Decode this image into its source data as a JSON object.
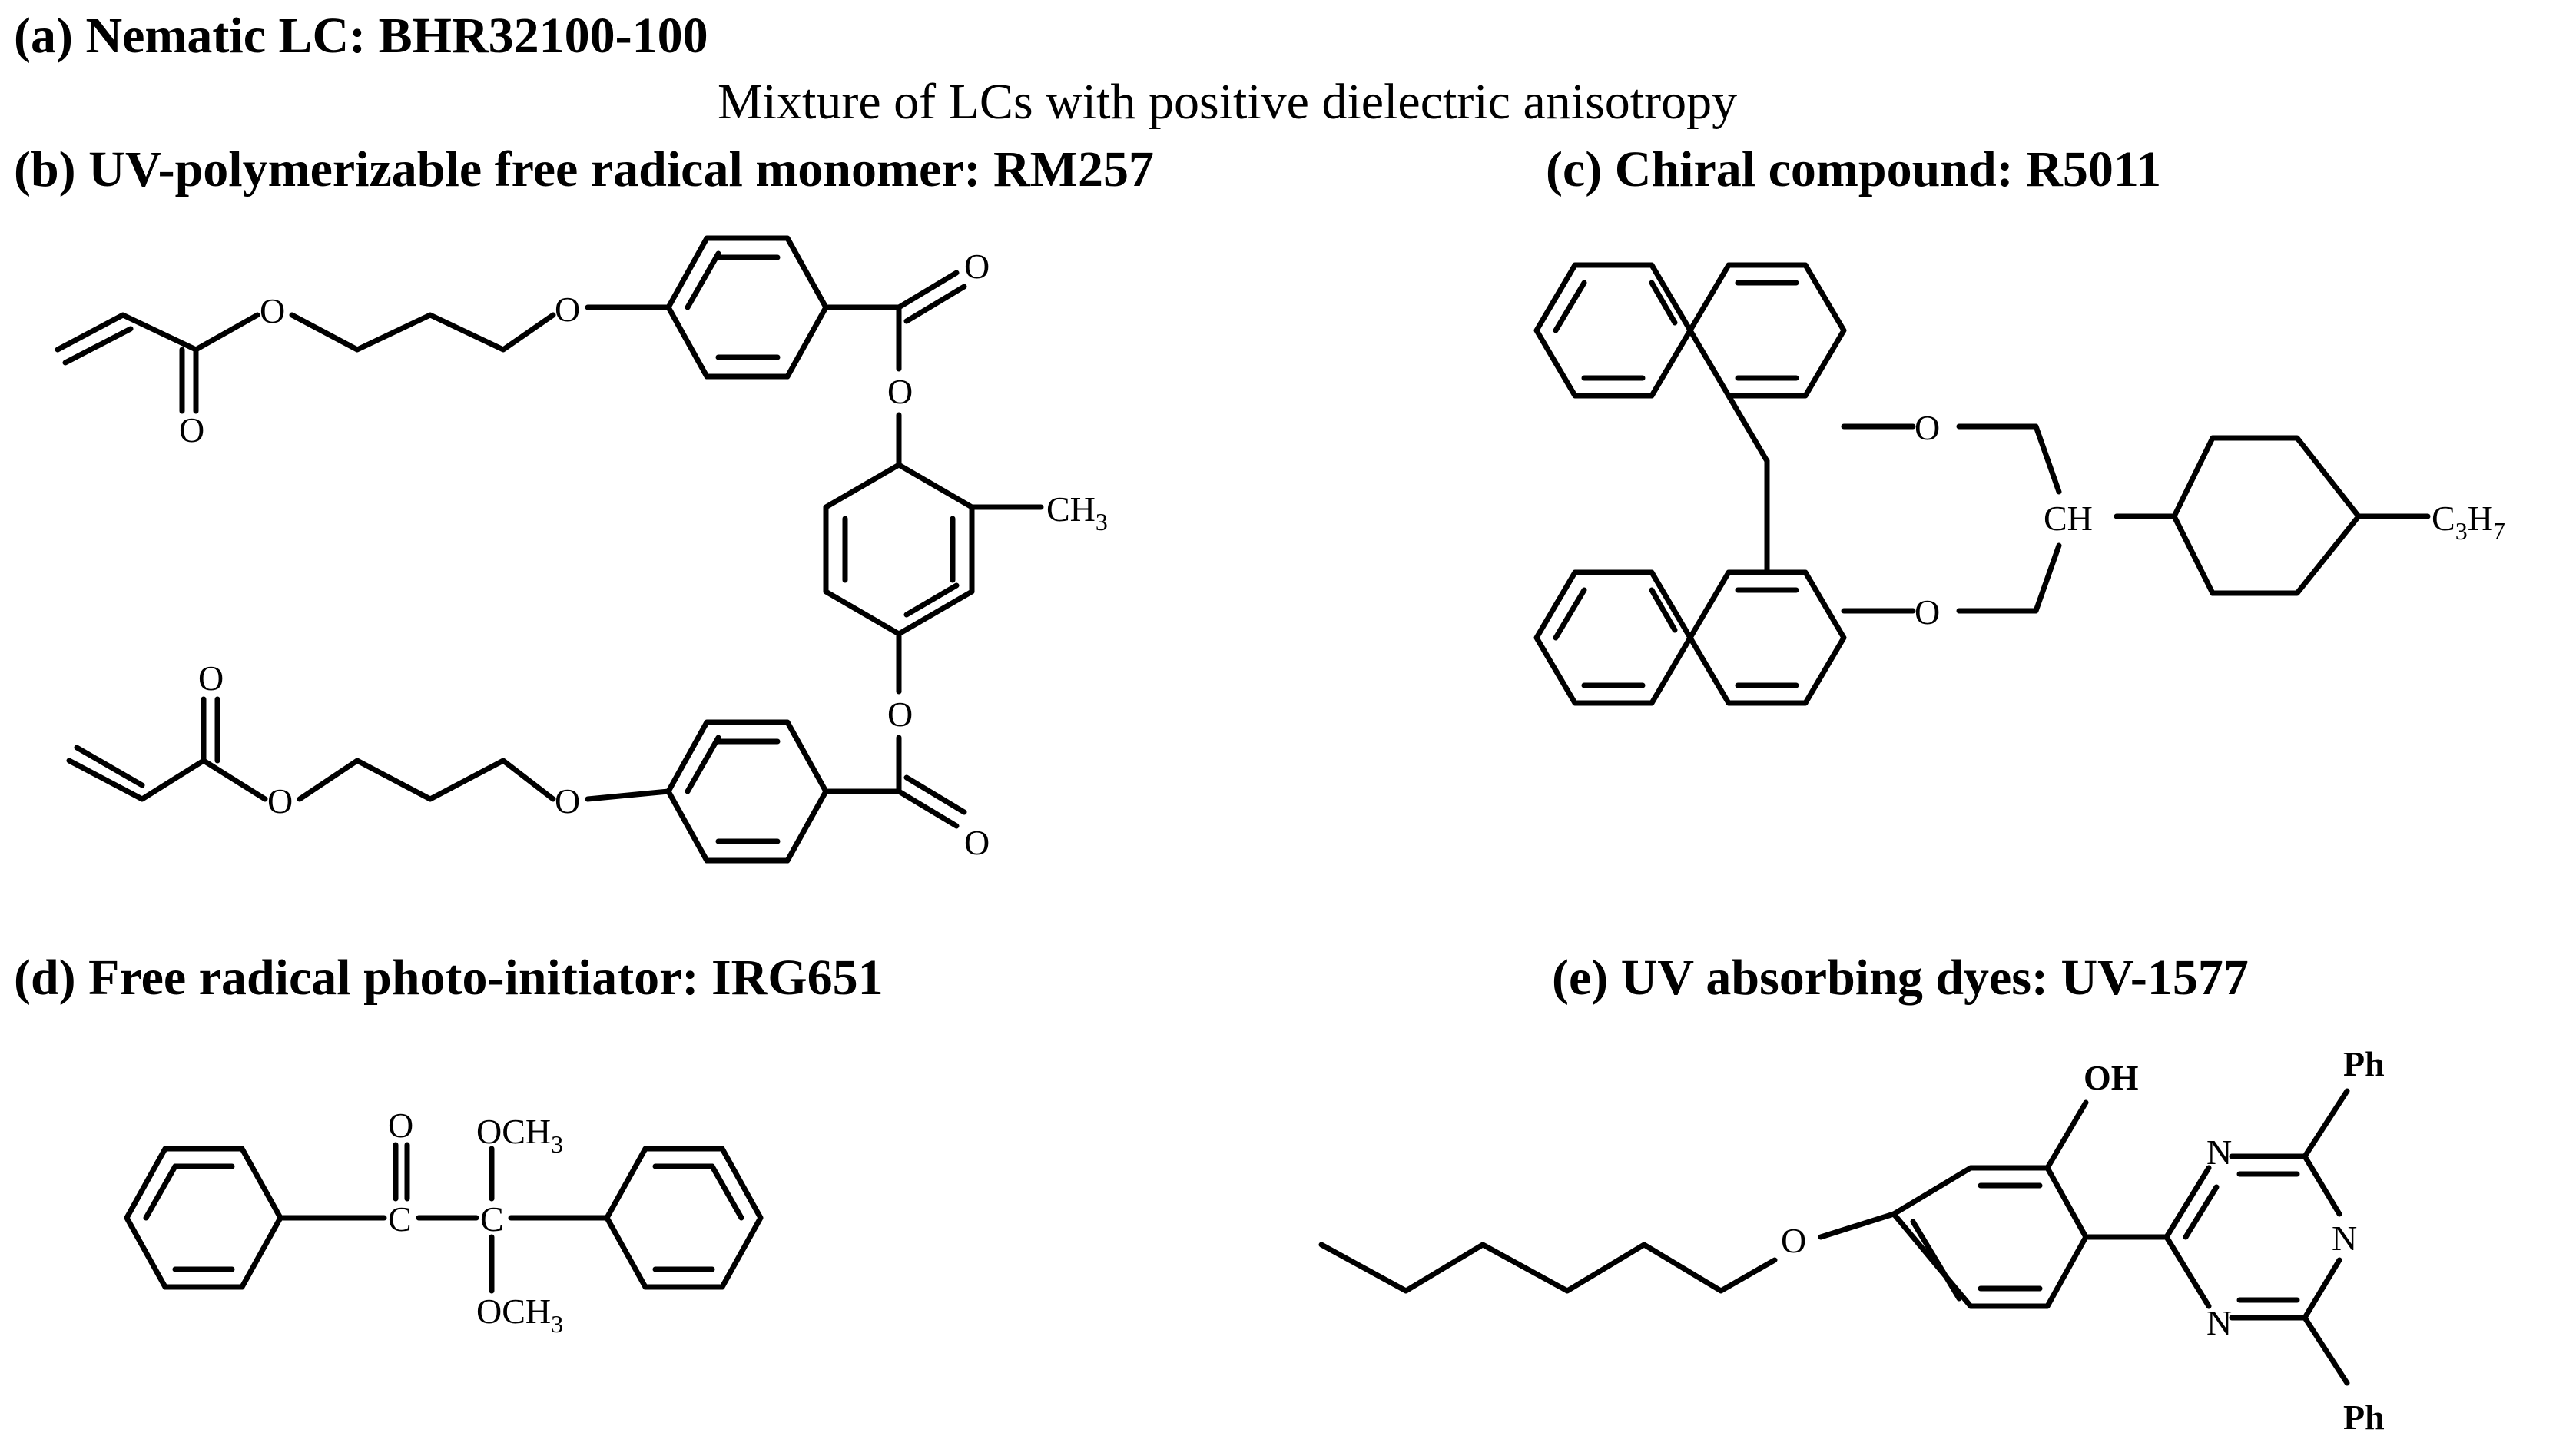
{
  "panels": {
    "a": {
      "heading": "(a) Nematic LC: BHR32100-100",
      "description": "Mixture of LCs with positive dielectric anisotropy"
    },
    "b": {
      "heading": "(b) UV-polymerizable free radical monomer: RM257",
      "atoms": {
        "oxygen": "O",
        "methyl": "CH",
        "methyl_sub": "3"
      }
    },
    "c": {
      "heading": "(c) Chiral compound: R5011",
      "atoms": {
        "oxygen": "O",
        "ch": "CH",
        "propyl_c": "C",
        "propyl_c_sub": "3",
        "propyl_h": "H",
        "propyl_h_sub": "7"
      }
    },
    "d": {
      "heading": "(d) Free radical photo-initiator:  IRG651",
      "atoms": {
        "oxygen": "O",
        "carbon": "C",
        "methoxy": "OCH",
        "methoxy_sub": "3"
      }
    },
    "e": {
      "heading": "(e) UV absorbing dyes: UV-1577",
      "atoms": {
        "oxygen": "O",
        "hydroxyl": "OH",
        "nitrogen": "N",
        "phenyl": "Ph"
      }
    }
  }
}
